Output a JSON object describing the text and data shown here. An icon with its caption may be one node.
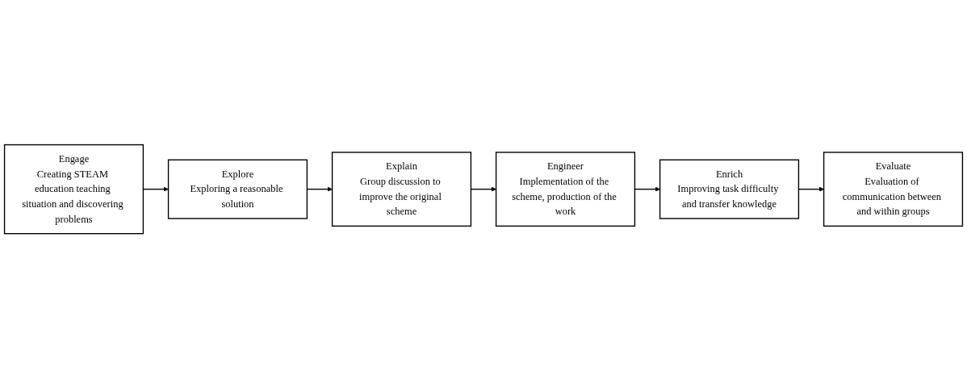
{
  "diagram": {
    "nodes": [
      {
        "text": [
          "Engage",
          "Creating STEAM education teaching situation and discovering problems"
        ]
      },
      {
        "text": [
          "Explore",
          "Exploring a reasonable solution"
        ]
      },
      {
        "text": [
          "Explain",
          "Group discussion to improve the original scheme"
        ]
      },
      {
        "text": [
          "Evaluate",
          "Evaluation of communication between and within groups"
        ]
      },
      {
        "text": [
          "Enrich",
          "Improving task difficulty and transfer knowledge"
        ]
      },
      {
        "text": [
          "Engineer",
          "Implementation of the scheme, production of the work"
        ]
      }
    ],
    "edges": [
      {
        "from": 0,
        "to": 1,
        "arrow": "to"
      },
      {
        "from": 1,
        "to": 2,
        "arrow": "to"
      },
      {
        "from": 2,
        "to": 5,
        "arrow": "to"
      },
      {
        "from": 5,
        "to": 4,
        "arrow": "to"
      },
      {
        "from": 4,
        "to": 3,
        "arrow": "to"
      }
    ]
  }
}
